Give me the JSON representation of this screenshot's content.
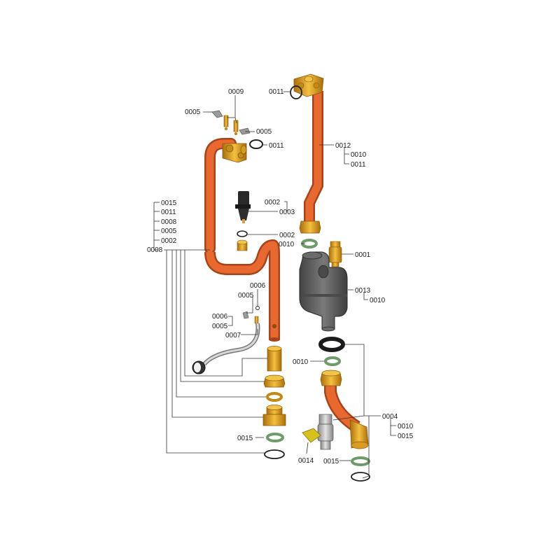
{
  "colors": {
    "copper": "#e0622a",
    "copper_dark": "#b34515",
    "brass": "#e8a21a",
    "brass_dark": "#a8700c",
    "gasket": "#6f9a6a",
    "housing": "#5a5a5a",
    "black": "#1e1e1e"
  },
  "labels": [
    {
      "id": "l01",
      "text": "0011"
    },
    {
      "id": "l02",
      "text": "0009"
    },
    {
      "id": "l03",
      "text": "0005"
    },
    {
      "id": "l04",
      "text": "0005"
    },
    {
      "id": "l05",
      "text": "0011"
    },
    {
      "id": "l06",
      "text": "0012"
    },
    {
      "id": "l07",
      "text": "0010"
    },
    {
      "id": "l08",
      "text": "0011"
    },
    {
      "id": "l09",
      "text": "0015"
    },
    {
      "id": "l10",
      "text": "0011"
    },
    {
      "id": "l11",
      "text": "0008"
    },
    {
      "id": "l12",
      "text": "0005"
    },
    {
      "id": "l13",
      "text": "0002"
    },
    {
      "id": "l14",
      "text": "0008"
    },
    {
      "id": "l15",
      "text": "0002"
    },
    {
      "id": "l16",
      "text": "0003"
    },
    {
      "id": "l17",
      "text": "0002"
    },
    {
      "id": "l18",
      "text": "0010"
    },
    {
      "id": "l19",
      "text": "0001"
    },
    {
      "id": "l20",
      "text": "0006"
    },
    {
      "id": "l21",
      "text": "0005"
    },
    {
      "id": "l22",
      "text": "0013"
    },
    {
      "id": "l23",
      "text": "0010"
    },
    {
      "id": "l24",
      "text": "0006"
    },
    {
      "id": "l25",
      "text": "0005"
    },
    {
      "id": "l26",
      "text": "0007"
    },
    {
      "id": "l27",
      "text": "0010"
    },
    {
      "id": "l28",
      "text": "0004"
    },
    {
      "id": "l29",
      "text": "0010"
    },
    {
      "id": "l30",
      "text": "0015"
    },
    {
      "id": "l31",
      "text": "0015"
    },
    {
      "id": "l32",
      "text": "0014"
    },
    {
      "id": "l33",
      "text": "0015"
    }
  ]
}
